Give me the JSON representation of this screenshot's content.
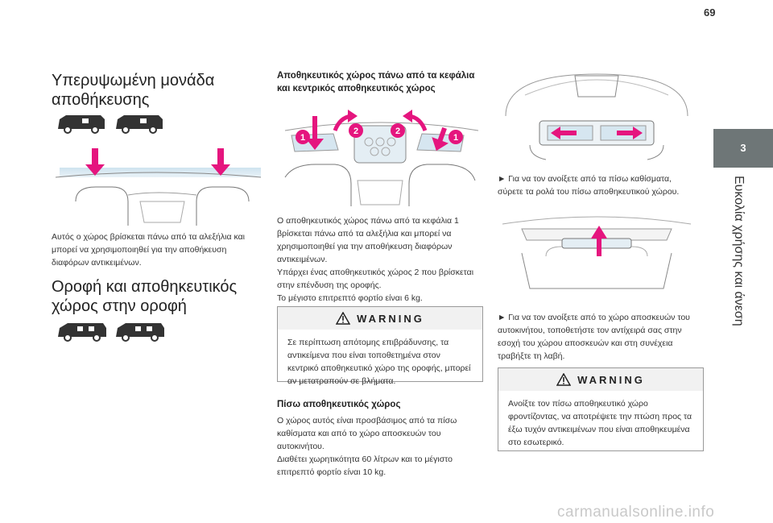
{
  "page_number": "69",
  "side_tab": {
    "number": "3",
    "title": "Ευκολία χρήσης και άνεση"
  },
  "col1": {
    "heading1": "Υπερυψωμένη μονάδα αποθήκευσης",
    "para1": "Αυτός ο χώρος βρίσκεται πάνω από τα αλεξήλια και μπορεί να χρησιμοποιηθεί για την αποθήκευση διαφόρων αντικειμένων.",
    "heading2": "Οροφή και αποθηκευτικός χώρος στην οροφή"
  },
  "col2": {
    "heading": "Αποθηκευτικός χώρος πάνω από τα κεφάλια και κεντρικός αποθηκευτικός χώρος",
    "callouts": [
      "1",
      "2",
      "2",
      "1"
    ],
    "para1": "Ο αποθηκευτικός χώρος πάνω από τα κεφάλια 1 βρίσκεται πάνω από τα αλεξήλια και μπορεί να χρησιμοποιηθεί για την αποθήκευση διαφόρων αντικειμένων.",
    "para2": "Υπάρχει ένας αποθηκευτικός χώρος 2 που βρίσκεται στην επένδυση της οροφής.",
    "para3": "Το μέγιστο επιτρεπτό φορτίο είναι 6 kg.",
    "warning_title": "WARNING",
    "warning_text": "Σε περίπτωση απότομης επιβράδυνσης, τα αντικείμενα που είναι τοποθετημένα στον κεντρικό αποθηκευτικό χώρο της οροφής, μπορεί αν μετατραπούν σε βλήματα.",
    "heading2": "Πίσω αποθηκευτικός χώρος",
    "para4": "Ο χώρος αυτός είναι προσβάσιμος από τα πίσω καθίσματα και από το χώρο αποσκευών του αυτοκινήτου.",
    "para5": "Διαθέτει χωρητικότητα 60 λίτρων και το μέγιστο επιτρεπτό φορτίο είναι 10 kg."
  },
  "col3": {
    "bullet1": "► Για να τον ανοίξετε από τα πίσω καθίσματα, σύρετε τα ρολά του πίσω αποθηκευτικού χώρου.",
    "bullet2": "► Για να τον ανοίξετε από το χώρο αποσκευών του αυτοκινήτου, τοποθετήστε τον αντίχειρά σας στην εσοχή του χώρου αποσκευών και στη συνέχεια τραβήξτε τη λαβή.",
    "warning_title": "WARNING",
    "warning_text": "Ανοίξτε τον πίσω αποθηκευτικό χώρο φροντίζοντας, να αποτρέψετε την πτώση προς τα έξω τυχόν αντικειμένων που είναι αποθηκευμένα στο εσωτερικό."
  },
  "watermark": "carmanualsonline.info",
  "colors": {
    "accent_pink": "#e5157e",
    "callout_pink": "#e5157e",
    "tab_gray": "#6e7677"
  }
}
